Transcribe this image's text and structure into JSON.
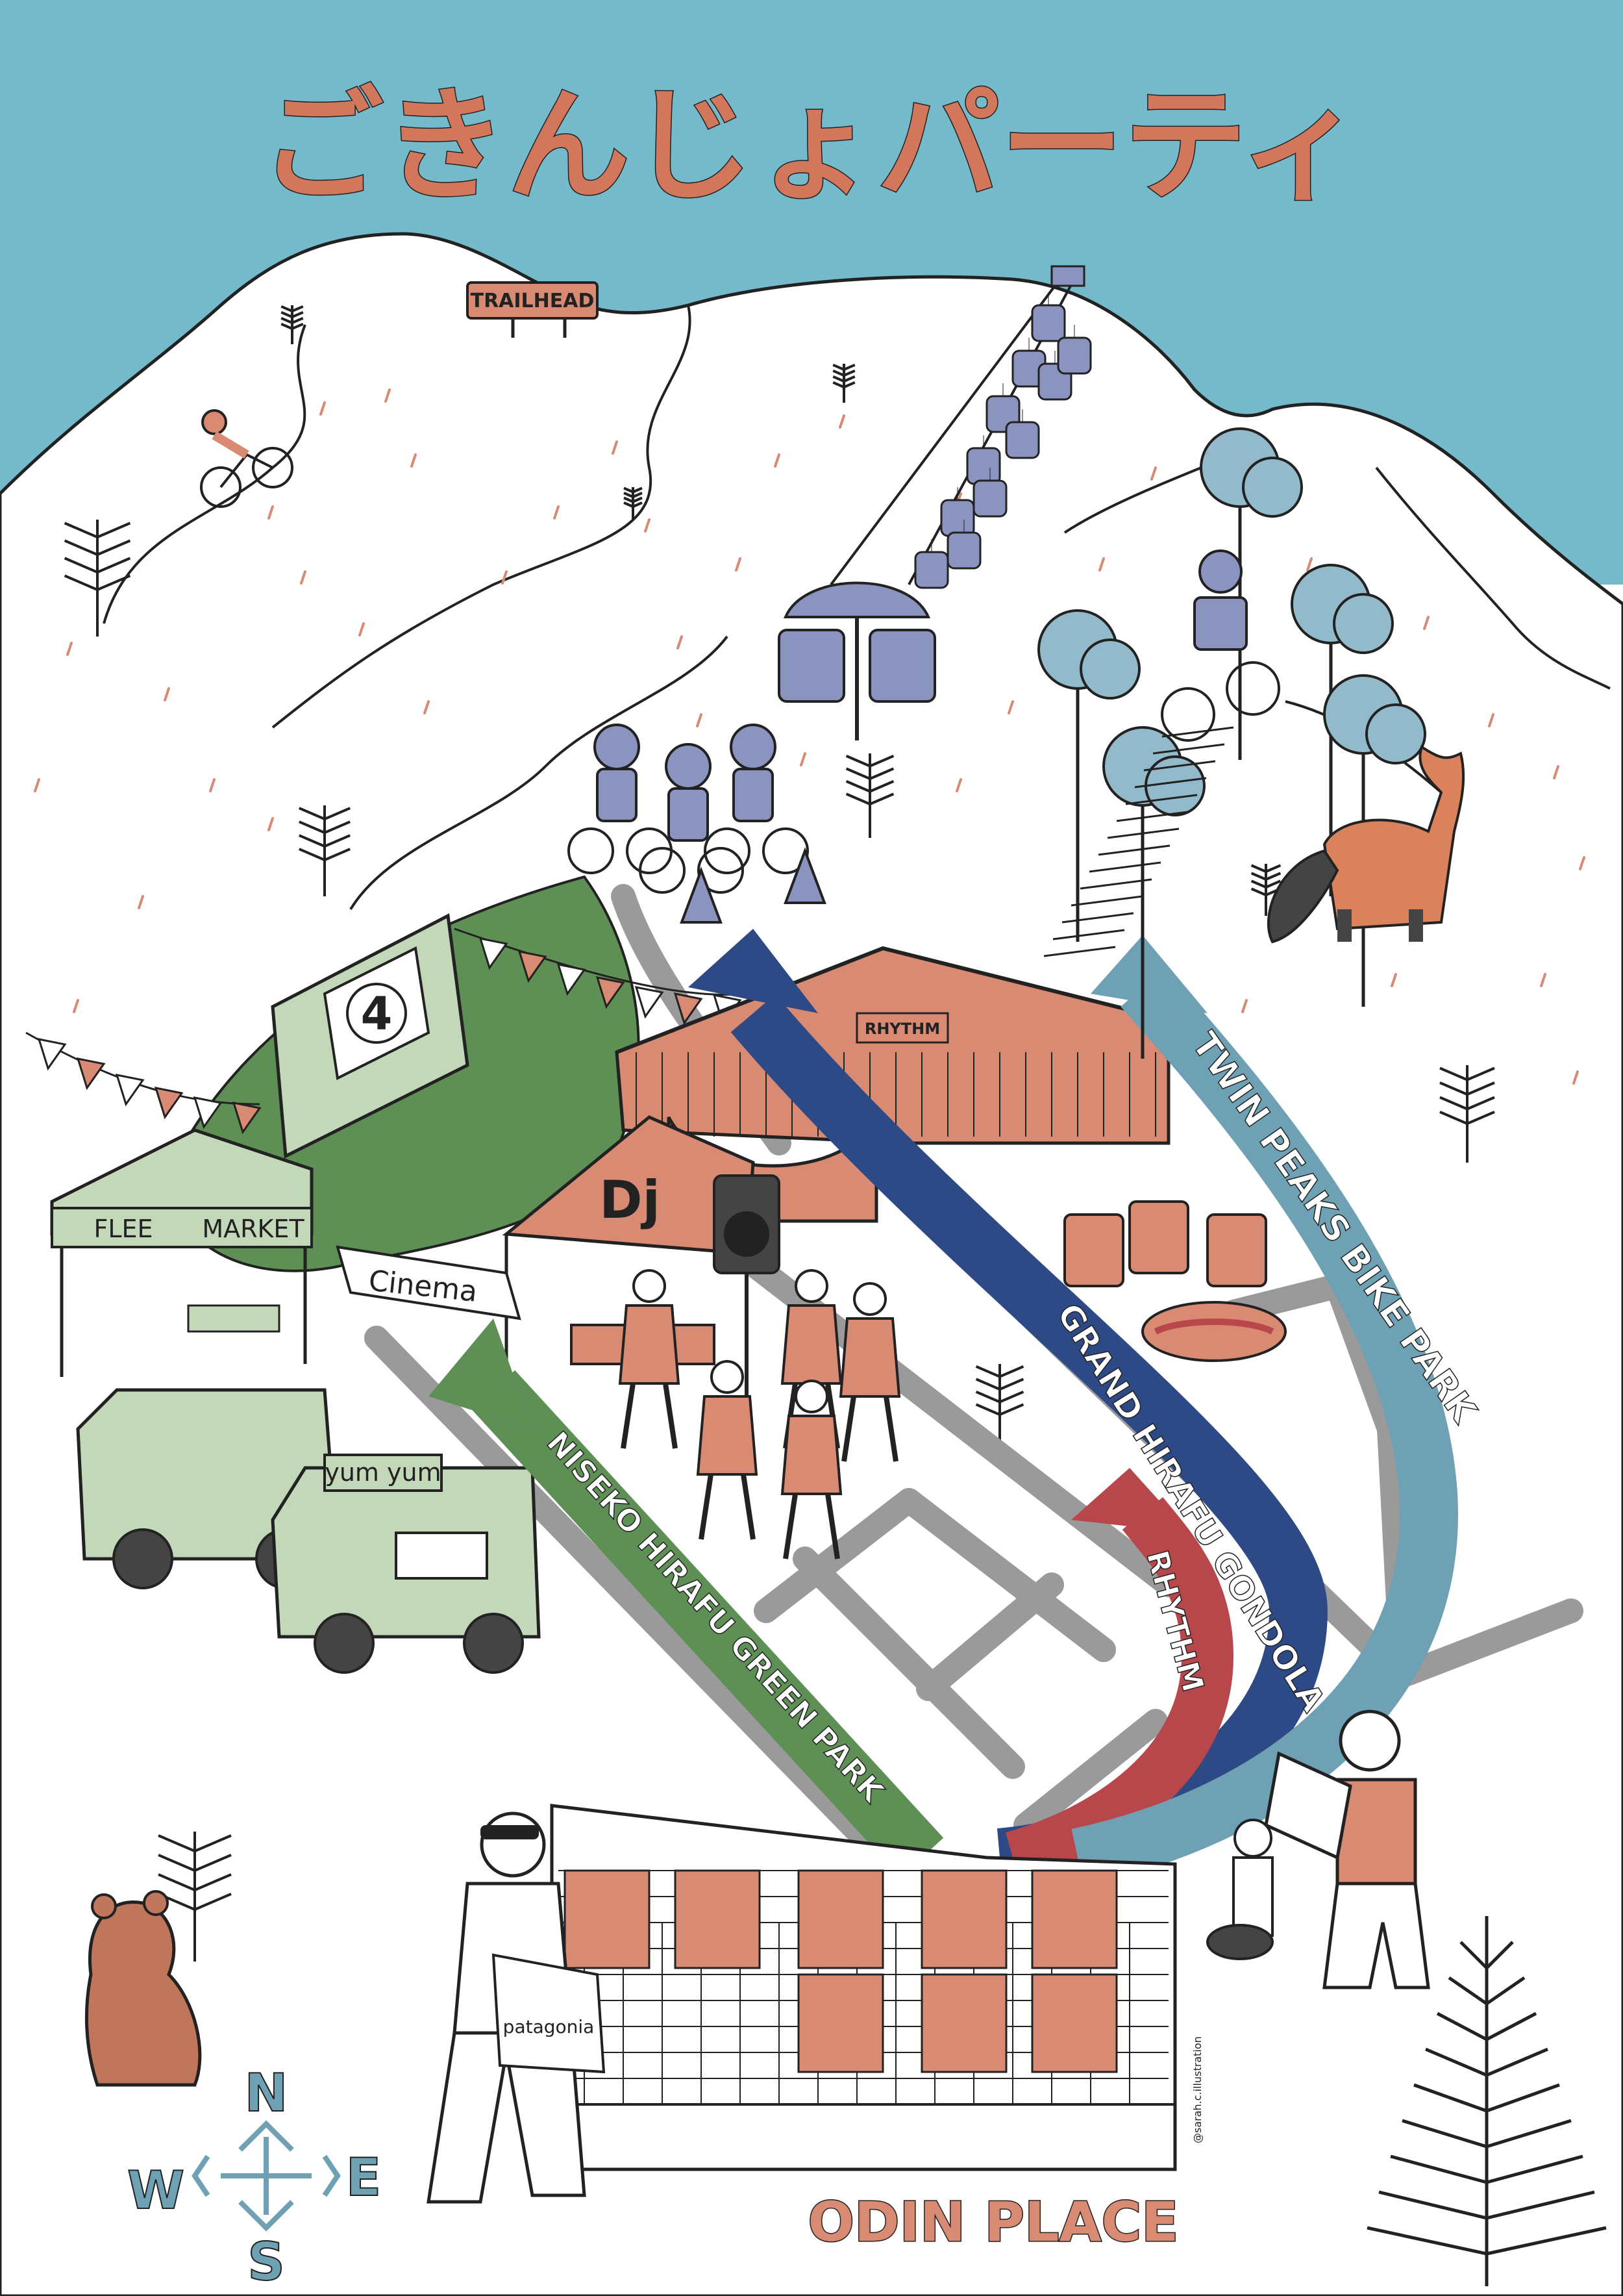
{
  "title": "ごきんじょパーティ",
  "trailhead": "TRAILHEAD",
  "routes": {
    "green": "NISEKO HIRAFU GREEN PARK",
    "gondola": "GRAND HIRAFU GONDOLA",
    "rhythm": "RHYTHM",
    "bike": "TWIN PEAKS BIKE PARK"
  },
  "places": {
    "rhythm_sign": "RHYTHM",
    "dj": "Dj",
    "cinema": "Cinema",
    "flee_left": "FLEE",
    "flee_right": "MARKET",
    "yumyum": "yum yum",
    "screen_number": "4",
    "odin": "ODIN PLACE",
    "bag": "patagonia",
    "credit": "@sarah.c.illustration"
  },
  "compass": {
    "n": "N",
    "s": "S",
    "e": "E",
    "w": "W"
  },
  "colors": {
    "sky": "#74BACB",
    "title": "#D2775B",
    "green": "#5E8F55",
    "green_light": "#C2D8B8",
    "gondola_blue": "#2E4A86",
    "rhythm_red": "#B8474B",
    "bike_teal": "#6FA1B4",
    "salmon": "#D98A73",
    "road": "#9A9A9A",
    "periwinkle": "#8A94BF",
    "tree_teal": "#93BACB",
    "fox": "#D9825C"
  }
}
